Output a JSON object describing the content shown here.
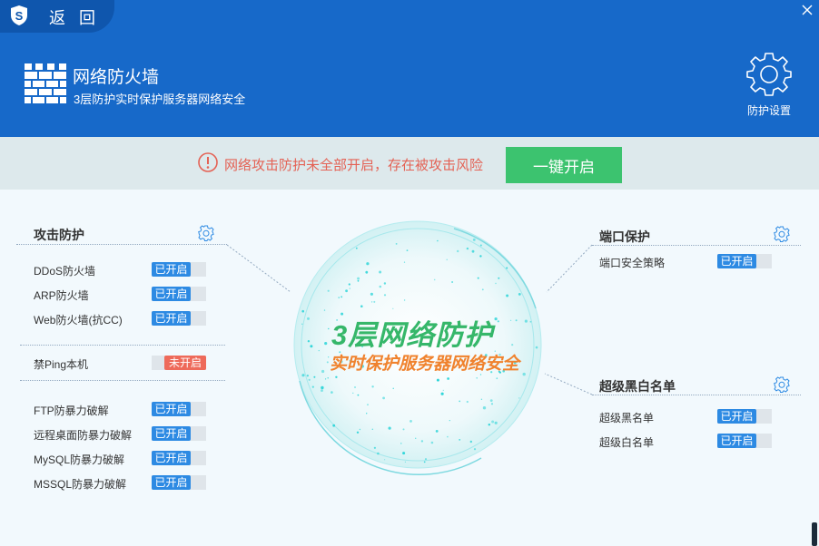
{
  "header": {
    "back_label": "返 回",
    "title": "网络防火墙",
    "subtitle": "3层防护实时保护服务器网络安全",
    "settings_label": "防护设置",
    "bg_color": "#1769c9"
  },
  "warning": {
    "text": "网络攻击防护未全部开启，存在被攻击风险",
    "button": "一键开启"
  },
  "center": {
    "line1": "3层网络防护",
    "line2": "实时保护服务器网络安全"
  },
  "attack": {
    "title": "攻击防护",
    "items": [
      {
        "label": "DDoS防火墙",
        "status": "已开启"
      },
      {
        "label": "ARP防火墙",
        "status": "已开启"
      },
      {
        "label": "Web防火墙(抗CC)",
        "status": "已开启"
      },
      {
        "label": "禁Ping本机",
        "status": "未开启"
      },
      {
        "label": "FTP防暴力破解",
        "status": "已开启"
      },
      {
        "label": "远程桌面防暴力破解",
        "status": "已开启"
      },
      {
        "label": "MySQL防暴力破解",
        "status": "已开启"
      },
      {
        "label": "MSSQL防暴力破解",
        "status": "已开启"
      }
    ]
  },
  "port": {
    "title": "端口保护",
    "items": [
      {
        "label": "端口安全策略",
        "status": "已开启"
      }
    ]
  },
  "blackwhite": {
    "title": "超级黑白名单",
    "items": [
      {
        "label": "超级黑名单",
        "status": "已开启"
      },
      {
        "label": "超级白名单",
        "status": "已开启"
      }
    ]
  },
  "colors": {
    "on": "#2d8ae3",
    "off": "#ee6a5a",
    "green": "#3cc36f",
    "warn": "#e46255"
  },
  "icons": [
    "shield-s-icon",
    "close-icon",
    "firewall-brick-icon",
    "settings-gear-icon",
    "warning-circle-icon",
    "gear-icon"
  ]
}
